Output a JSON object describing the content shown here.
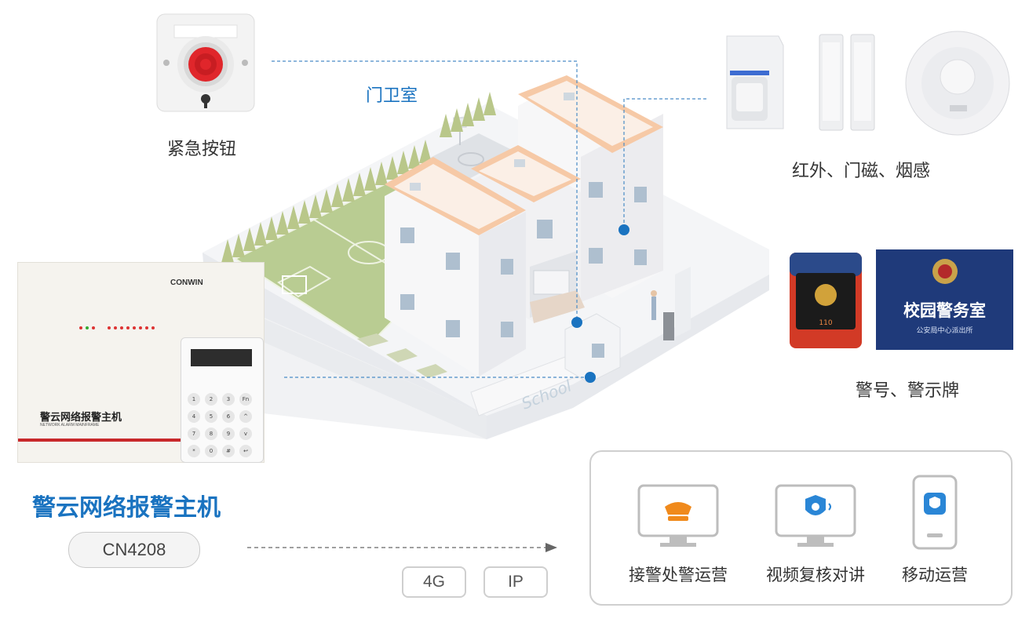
{
  "panic_button": {
    "label": "紧急按钮"
  },
  "guard_room": {
    "label": "门卫室"
  },
  "sensors": {
    "label": "红外、门磁、烟感"
  },
  "siren_sign": {
    "label": "警号、警示牌",
    "sign_title": "校园警务室",
    "sign_sub": "公安局中心派出所",
    "siren_code": "110"
  },
  "host": {
    "title": "警云网络报警主机",
    "model": "CN4208",
    "device_brand": "CONWIN",
    "device_name": "警云网络报警主机",
    "device_name_en": "NETWORK ALARM MAINFRAME",
    "keypad_keys": [
      "1",
      "2",
      "3",
      "Fn",
      "4",
      "5",
      "6",
      "^",
      "7",
      "8",
      "9",
      "v",
      "*",
      "0",
      "#",
      "↩"
    ]
  },
  "school_sign": "School",
  "links": [
    "4G",
    "IP"
  ],
  "platforms": [
    {
      "label": "接警处警运营",
      "icon": "police-cap-monitor-icon"
    },
    {
      "label": "视频复核对讲",
      "icon": "shield-video-monitor-icon"
    },
    {
      "label": "移动运营",
      "icon": "mobile-app-icon"
    }
  ],
  "colors": {
    "accent": "#1a73c0",
    "roof": "#f6c9a6",
    "field": "#b9cc92",
    "tree": "#b9c78a"
  }
}
